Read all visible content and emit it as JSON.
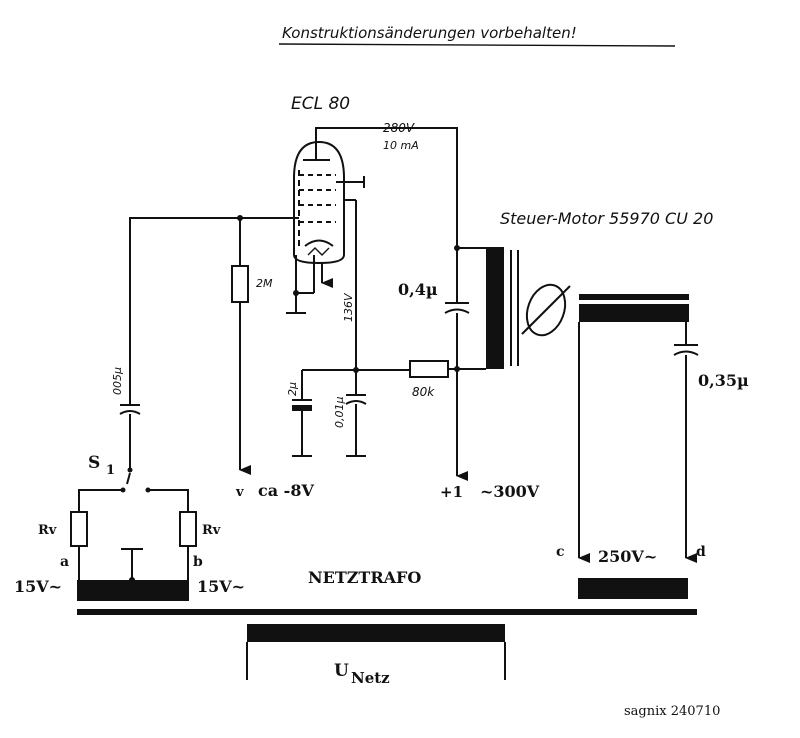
{
  "header": {
    "note": "Konstruktionsänderungen vorbehalten!"
  },
  "tube": {
    "label": "ECL 80"
  },
  "motor": {
    "label": "Steuer-Motor 55970 CU 20"
  },
  "labels": {
    "anode_voltage": "280V",
    "anode_current": "10 mA",
    "resistor_2m": "2M",
    "v136": "136V",
    "c04": "0,4µ",
    "c005": "005µ",
    "c2u": "2µ",
    "c001": "0,01µ",
    "r80k": "80k",
    "c035": "0,35µ",
    "s1_main": "S",
    "s1_sub": "1",
    "rv_left": "Rv",
    "rv_right": "Rv",
    "term_a": "a",
    "term_b": "b",
    "v15_left": "15V~",
    "v15_right": "15V~",
    "term_v": "v",
    "ca_8v": "ca -8V",
    "plus_one": "+1",
    "v300": "~300V",
    "term_c": "c",
    "v250": "250V~",
    "term_d": "d",
    "netztrafo": "NETZTRAFO",
    "unetz_main": "U",
    "unetz_sub": "Netz",
    "credit": "sagnix 240710"
  }
}
